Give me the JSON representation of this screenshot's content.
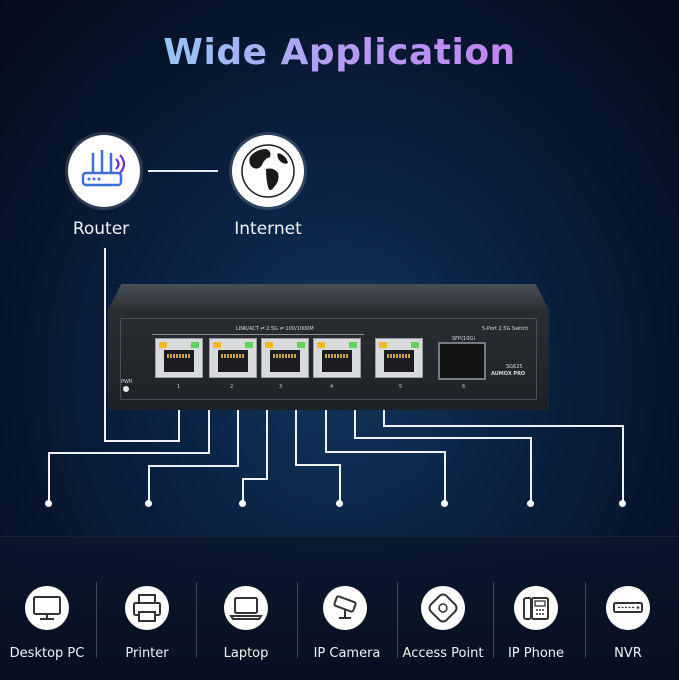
{
  "title": "Wide Application",
  "top_nodes": [
    {
      "label": "Router",
      "icon": "router-icon"
    },
    {
      "label": "Internet",
      "icon": "globe-icon"
    }
  ],
  "switch": {
    "header_text": "LINK/ACT ⇌ 2.5G ⇌ 100/1000M",
    "model_line": "5-Port 2.5G Switch",
    "sfp_label": "SFP(10G)",
    "model_code": "SG625",
    "brand": "AUMOX PRO",
    "pwr_label": "PWR",
    "port_numbers": [
      "1",
      "2",
      "3",
      "4",
      "5",
      "6"
    ]
  },
  "devices": [
    {
      "label": "Desktop PC",
      "icon": "monitor-icon"
    },
    {
      "label": "Printer",
      "icon": "printer-icon"
    },
    {
      "label": "Laptop",
      "icon": "laptop-icon"
    },
    {
      "label": "IP Camera",
      "icon": "camera-icon"
    },
    {
      "label": "Access Point",
      "icon": "access-point-icon"
    },
    {
      "label": "IP Phone",
      "icon": "phone-icon"
    },
    {
      "label": "NVR",
      "icon": "nvr-icon"
    }
  ],
  "colors": {
    "title_gradient_start": "#7fe9f5",
    "title_gradient_end": "#d06bf0",
    "background": "#0a2142",
    "led_amber": "#f5b820",
    "led_green": "#5fd35a"
  }
}
